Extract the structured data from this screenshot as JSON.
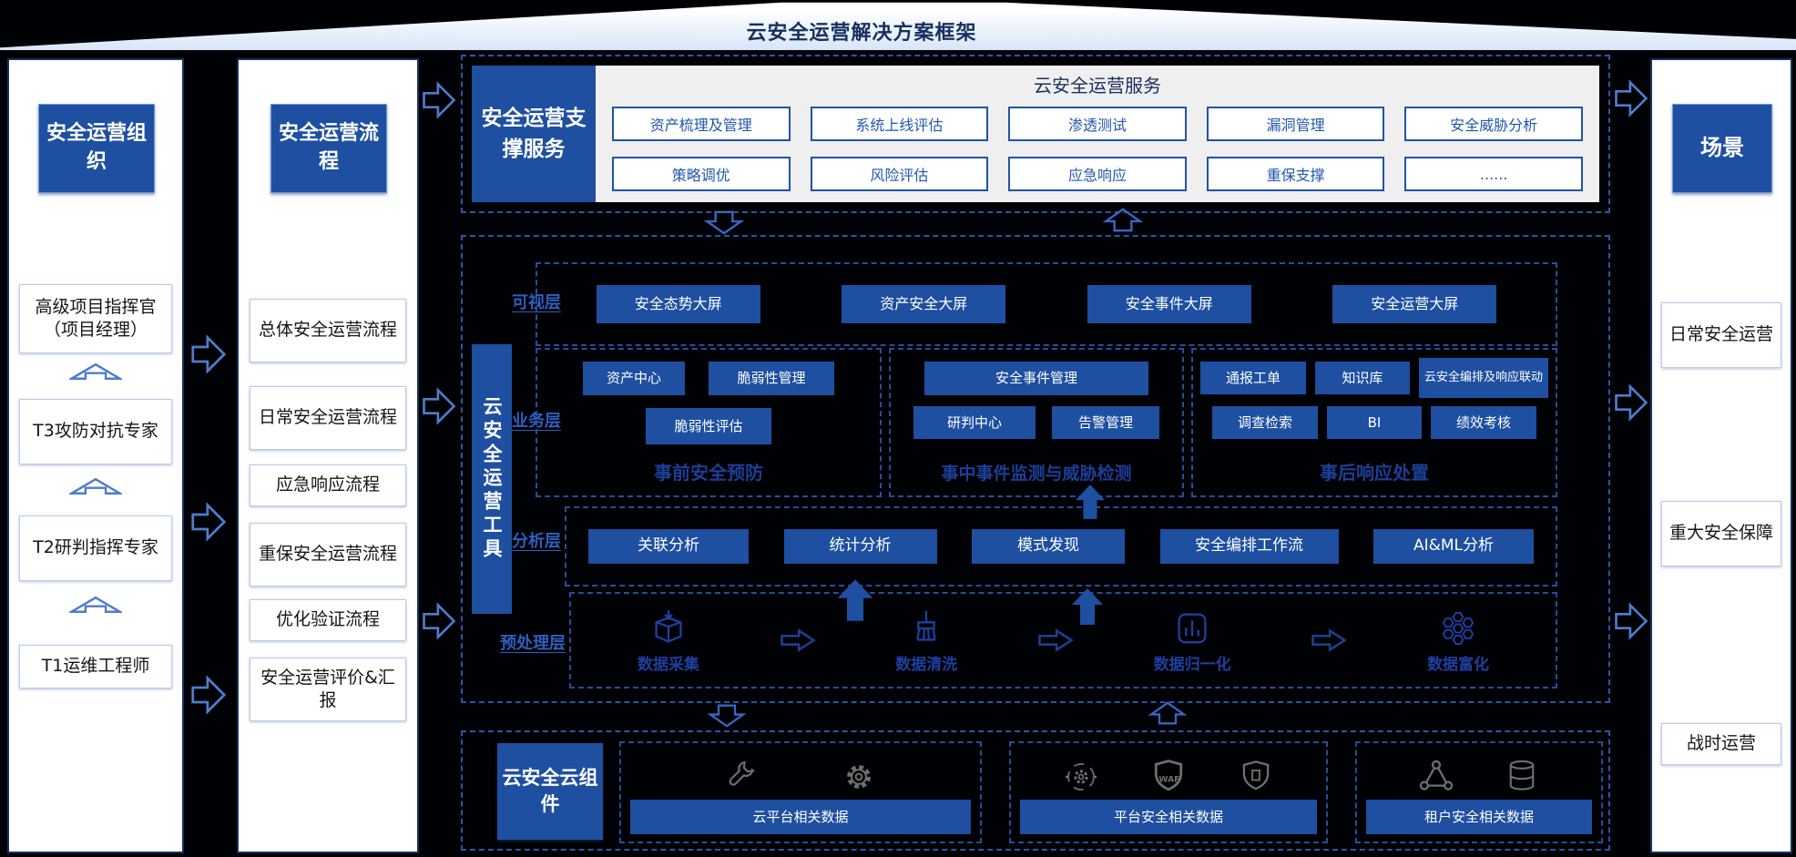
{
  "banner": {
    "title": "云安全运营解决方案框架"
  },
  "colors": {
    "primary_blue": "#1e4fa0",
    "dash_blue": "#2e55a5",
    "panel_gray": "#efefef",
    "layer_label_blue": "#2e5fc0",
    "dark_navy_text": "#17305e",
    "icon_gray": "#6f6f6f"
  },
  "org": {
    "header": "安全运营组织",
    "items": [
      "高级项目指挥官（项目经理）",
      "T3攻防对抗专家",
      "T2研判指挥专家",
      "T1运维工程师"
    ]
  },
  "process": {
    "header": "安全运营流程",
    "items": [
      "总体安全运营流程",
      "日常安全运营流程",
      "应急响应流程",
      "重保安全运营流程",
      "优化验证流程",
      "安全运营评价&汇报"
    ]
  },
  "support": {
    "header": "安全运营支撑服务",
    "panel_title": "云安全运营服务",
    "row1": [
      "资产梳理及管理",
      "系统上线评估",
      "渗透测试",
      "漏洞管理",
      "安全威胁分析"
    ],
    "row2": [
      "策略调优",
      "风险评估",
      "应急响应",
      "重保支撑",
      "......"
    ]
  },
  "tools": {
    "header": "云安全运营工具",
    "visual": {
      "label": "可视层",
      "items": [
        "安全态势大屏",
        "资产安全大屏",
        "安全事件大屏",
        "安全运营大屏"
      ]
    },
    "business": {
      "label": "业务层",
      "pre": {
        "title": "事前安全预防",
        "row1": [
          "资产中心",
          "脆弱性管理"
        ],
        "row2": [
          "脆弱性评估"
        ]
      },
      "mid": {
        "title": "事中事件监测与威胁检测",
        "row1": [
          "安全事件管理"
        ],
        "row2": [
          "研判中心",
          "告警管理"
        ]
      },
      "post": {
        "title": "事后响应处置",
        "row1": [
          "通报工单",
          "知识库",
          "云安全编排及响应联动"
        ],
        "row2": [
          "调查检索",
          "BI",
          "绩效考核"
        ]
      }
    },
    "analysis": {
      "label": "分析层",
      "items": [
        "关联分析",
        "统计分析",
        "模式发现",
        "安全编排工作流",
        "AI&ML分析"
      ]
    },
    "preprocess": {
      "label": "预处理层",
      "steps": [
        "数据采集",
        "数据清洗",
        "数据归一化",
        "数据富化"
      ],
      "icons": [
        "data-collect-icon",
        "data-clean-icon",
        "data-normalize-icon",
        "data-enrich-icon"
      ]
    }
  },
  "components": {
    "header": "云安全云组件",
    "groups": [
      {
        "button": "云平台相关数据",
        "icons": [
          "wrench-icon",
          "gear-icon"
        ]
      },
      {
        "button": "平台安全相关数据",
        "icons": [
          "scan-gear-icon",
          "waf-shield-icon",
          "shield-icon"
        ]
      },
      {
        "button": "租户安全相关数据",
        "icons": [
          "network-icon",
          "database-icon"
        ]
      }
    ]
  },
  "scenarios": {
    "header": "场景",
    "items": [
      "日常安全运营",
      "重大安全保障",
      "战时运营"
    ]
  }
}
